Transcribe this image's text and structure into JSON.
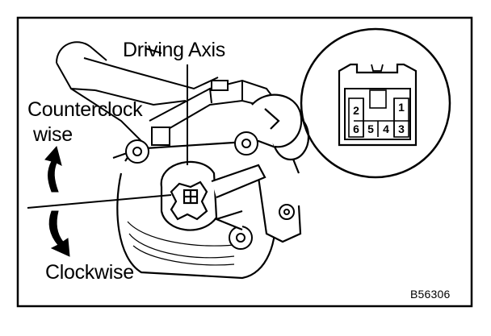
{
  "labels": {
    "driving_axis": "Driving Axis",
    "counterclockwise_line1": "Counterclock",
    "counterclockwise_line2": "wise",
    "clockwise": "Clockwise",
    "figure_code": "B56306"
  },
  "connector": {
    "pins": [
      "1",
      "2",
      "3",
      "4",
      "5",
      "6"
    ]
  },
  "colors": {
    "ink": "#000000",
    "paper": "#ffffff"
  }
}
